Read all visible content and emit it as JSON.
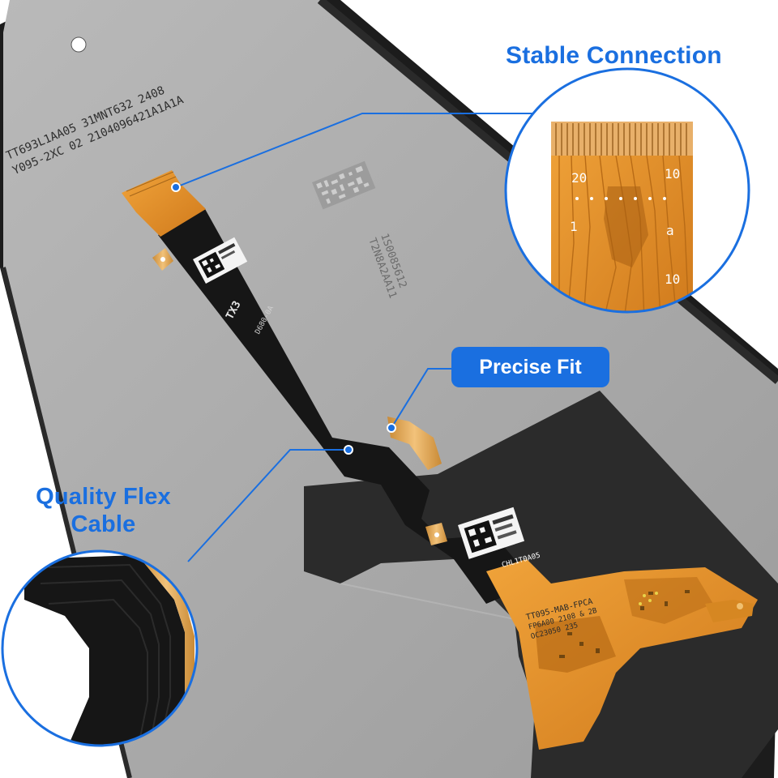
{
  "callouts": {
    "stable_connection": "Stable Connection",
    "precise_fit": "Precise Fit",
    "quality_flex_line1": "Quality Flex",
    "quality_flex_line2": "Cable"
  },
  "panel_print": {
    "line1": "TT693L1AA05 31MNT632 2408",
    "line2": "Y095-2XC 02 2104096421A1A1A",
    "stamp1": "1S0085612",
    "stamp2": "T2N8A2AA11"
  },
  "flex_print": {
    "mark1": "TX3",
    "mark2": "D680-0A",
    "chip_label": "CHL1T0A05",
    "board_line1": "TT095-MAB-FPCA",
    "board_line2": "FP6A00 2108 & 2B",
    "board_line3": "OC23050 235"
  },
  "zoom_print": {
    "num_left_top": "20",
    "num_right_top": "10",
    "num_left_mid": "1",
    "num_right_mid": "a",
    "num_right_bot": "10"
  },
  "colors": {
    "accent_blue": "#1a6fe0",
    "panel_gray": "#a8a8a8",
    "frame_black": "#1c1c1c",
    "flex_black": "#161616",
    "copper_orange": "#e3902a",
    "gold": "#d9a24b"
  }
}
